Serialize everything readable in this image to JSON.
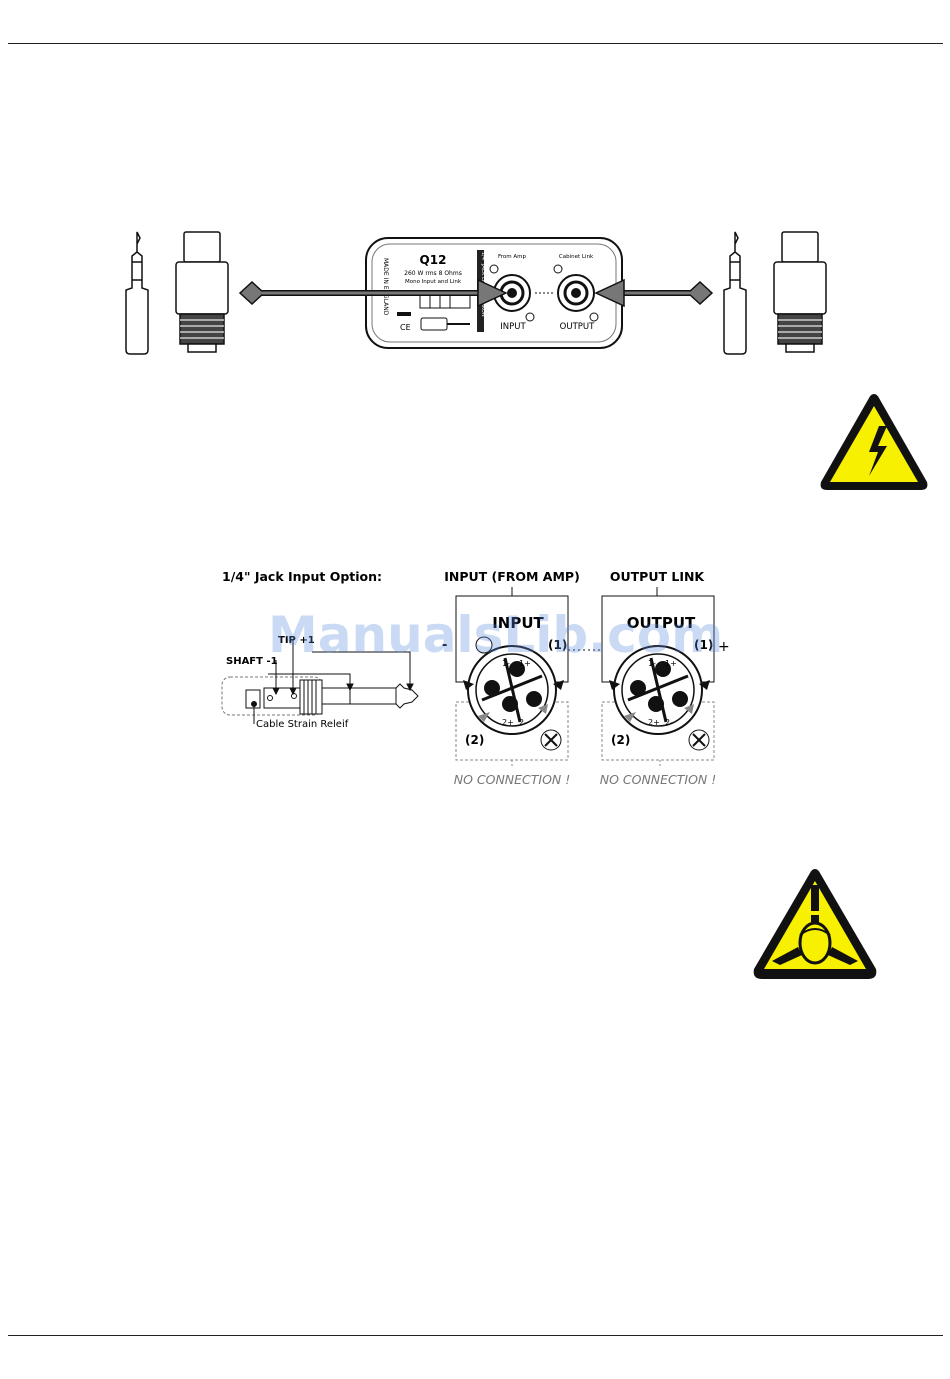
{
  "unit": {
    "model": "Q12",
    "rating": "260 W rms 8 Ohms",
    "subtitle": "Mono Input and Link",
    "side_text": "MADE IN ENGLAND",
    "ce_mark": "CE",
    "from_amp": "From Amp",
    "cabinet_link": "Cabinet Link",
    "input_label": "INPUT",
    "output_label": "OUTPUT",
    "vertical_strip": "1/4\" JACK LINK / SPEAKON"
  },
  "wiring": {
    "jack_title": "1/4\" Jack Input Option:",
    "input_title": "INPUT (FROM AMP)",
    "output_title": "OUTPUT LINK",
    "tip_label": "TIP +1",
    "shaft_label": "SHAFT -1",
    "cable_label": "Cable Strain Releif",
    "input_box": "INPUT",
    "output_box": "OUTPUT",
    "pin1": "(1)",
    "pin2": "(2)",
    "minus": "-",
    "plus": "+",
    "pin_1m": "1-",
    "pin_1p": "1+",
    "pin_2p": "2+",
    "pin_2m": "2-",
    "no_connection": "NO CONNECTION !"
  },
  "watermark": "ManualsLib.com",
  "icons": {
    "warning_electric": "lightning-warning-icon",
    "warning_hearing": "hearing-warning-icon"
  },
  "colors": {
    "warning_yellow": "#f7f000",
    "watermark_blue": "#5a8cdc"
  }
}
